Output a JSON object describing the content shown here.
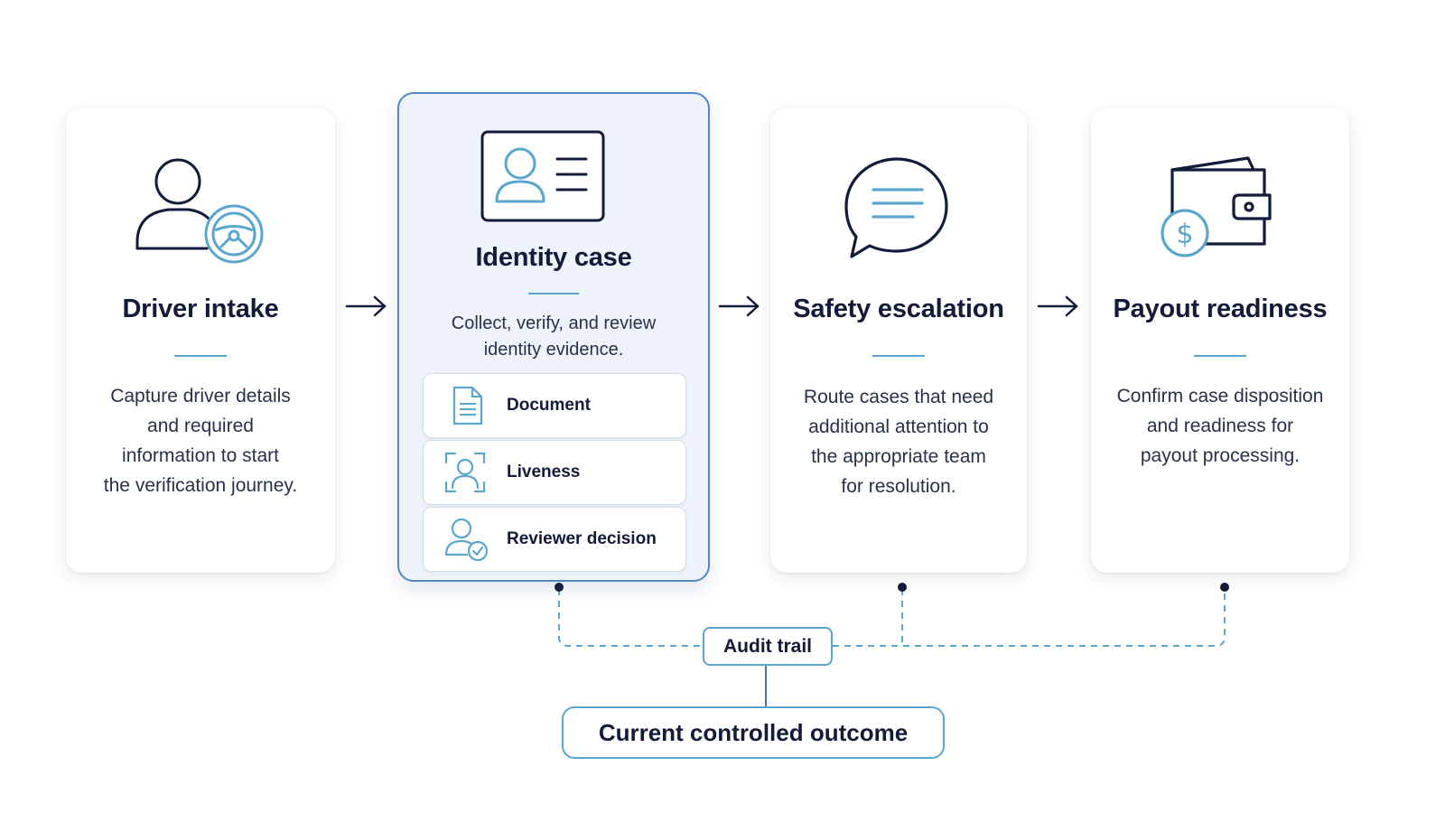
{
  "stages": [
    {
      "title": "Driver intake",
      "description": [
        "Capture driver details",
        "and required",
        "information to start",
        "the verification journey."
      ],
      "icon": "driver-steering-wheel-icon"
    },
    {
      "title": "Identity case",
      "description": [
        "Collect, verify, and review",
        "identity evidence."
      ],
      "icon": "id-card-icon",
      "steps": [
        {
          "label": "Document",
          "icon": "document-icon"
        },
        {
          "label": "Liveness",
          "icon": "face-scan-icon"
        },
        {
          "label": "Reviewer decision",
          "icon": "user-check-icon"
        }
      ]
    },
    {
      "title": "Safety escalation",
      "description": [
        "Route cases that need",
        "additional attention to",
        "the appropriate team",
        "for resolution."
      ],
      "icon": "chat-bubble-icon"
    },
    {
      "title": "Payout readiness",
      "description": [
        "Confirm case disposition",
        "and readiness for",
        "payout processing."
      ],
      "icon": "wallet-dollar-icon"
    }
  ],
  "audit_trail": "Audit trail",
  "outcome": "Current controlled outcome",
  "colors": {
    "navy": "#121c3a",
    "accent": "#5aa6cf",
    "active_border": "#4f86c6",
    "active_bg": "#eef3fb"
  }
}
